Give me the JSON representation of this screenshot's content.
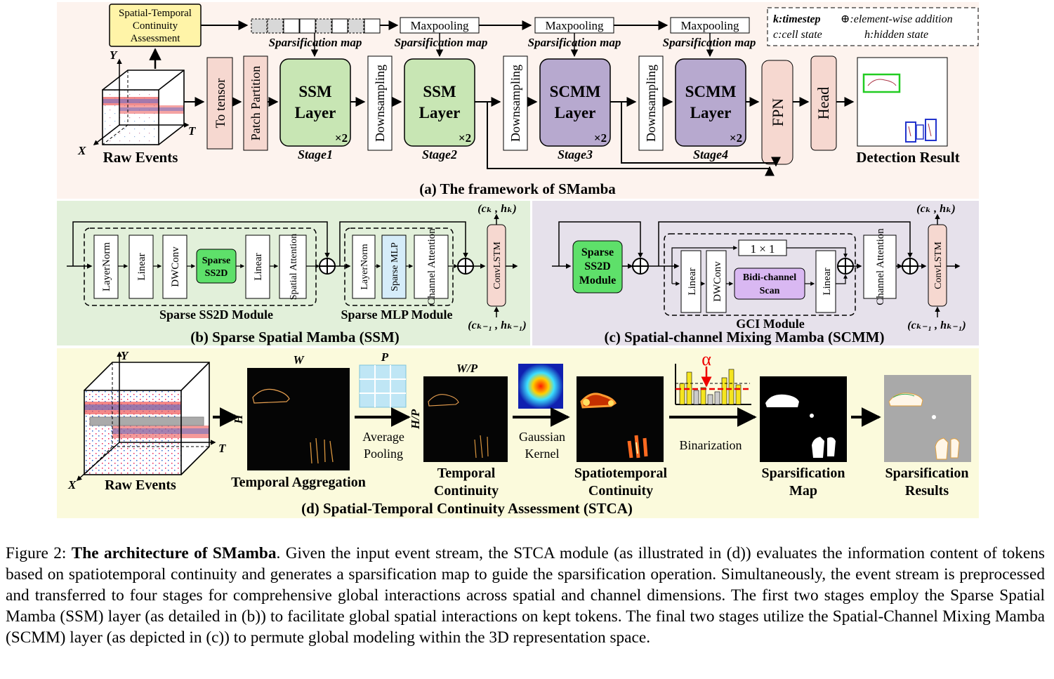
{
  "panel_a": {
    "title": "(a) The framework of SMamba",
    "stca_box": [
      "Spatial-Temporal",
      "Continuity",
      "Assessment"
    ],
    "legend": {
      "k": "k:timestep",
      "plus": "⊕:element-wise addition",
      "c": "c:cell state",
      "h": "h:hidden state"
    },
    "sparsification_map": "Sparsification map",
    "maxpooling": "Maxpooling",
    "raw_events": "Raw Events",
    "axis_x": "X",
    "axis_y": "Y",
    "axis_t": "T",
    "to_tensor": "To tensor",
    "patch_partition": "Patch Partition",
    "downsampling": "Downsampling",
    "ssm_layer": [
      "SSM",
      "Layer"
    ],
    "scmm_layer": [
      "SCMM",
      "Layer"
    ],
    "times2": "×2",
    "stages": [
      "Stage1",
      "Stage2",
      "Stage3",
      "Stage4"
    ],
    "fpn": "FPN",
    "head": "Head",
    "detection_result": "Detection Result"
  },
  "panel_b": {
    "title": "(b) Sparse Spatial Mamba (SSM)",
    "ss2d_blocks": [
      "LayerNorm",
      "Linear",
      "DWConv",
      "Linear",
      "Spatial Attention"
    ],
    "sparse_ss2d": [
      "Sparse",
      "SS2D"
    ],
    "ss2d_module": "Sparse SS2D Module",
    "mlp_blocks": [
      "LayerNorm",
      "Sparse MLP",
      "Channel Attention"
    ],
    "mlp_module": "Sparse MLP Module",
    "convlstm": "ConvLSTM",
    "state_top": "(cₖ , hₖ)",
    "state_bottom": "(cₖ₋₁ , hₖ₋₁)"
  },
  "panel_c": {
    "title": "(c) Spatial-channel Mixing Mamba (SCMM)",
    "sparse_ss2d_module": [
      "Sparse",
      "SS2D",
      "Module"
    ],
    "conv1x1": "1 × 1",
    "linear": "Linear",
    "dwconv": "DWConv",
    "bidi": [
      "Bidi-channel",
      "Scan"
    ],
    "channel_attention": "Channel Attention",
    "gci_module": "GCI Module",
    "convlstm": "ConvLSTM",
    "state_top": "(cₖ , hₖ)",
    "state_bottom": "(cₖ₋₁ , hₖ₋₁)"
  },
  "panel_d": {
    "title": "(d) Spatial-Temporal Continuity Assessment (STCA)",
    "raw_events": "Raw Events",
    "temporal_aggregation": "Temporal Aggregation",
    "w_label": "W",
    "h_label": "H",
    "p_label": "P",
    "wp_label": "W/P",
    "hp_label": "H/P",
    "average_pooling": [
      "Average",
      "Pooling"
    ],
    "temporal_continuity": [
      "Temporal",
      "Continuity"
    ],
    "gaussian_kernel": [
      "Gaussian",
      "Kernel"
    ],
    "spatiotemporal_continuity": [
      "Spatiotemporal",
      "Continuity"
    ],
    "alpha": "α",
    "binarization": "Binarization",
    "sparsification_map": [
      "Sparsification",
      "Map"
    ],
    "sparsification_results": [
      "Sparsification",
      "Results"
    ]
  },
  "caption": {
    "prefix": "Figure 2: ",
    "bold": "The architecture of SMamba",
    "body": ". Given the input event stream, the STCA module (as illustrated in (d)) evaluates the information content of tokens based on spatiotemporal continuity and generates a sparsification map to guide the sparsification operation. Simultaneously, the event stream is preprocessed and transferred to four stages for comprehensive global interactions across spatial and channel dimensions. The first two stages employ the Sparse Spatial Mamba (SSM) layer (as detailed in (b)) to facilitate global spatial interactions on kept tokens. The final two stages utilize the Spatial-Channel Mixing Mamba (SCMM) layer (as depicted in (c)) to permute global modeling within the 3D representation space."
  },
  "colors": {
    "panel_a_bg": "#fdf3ee",
    "panel_b_bg": "#e2f0da",
    "panel_c_bg": "#e6e1eb",
    "panel_d_bg": "#fbfadc",
    "stca_fill": "#fff4a8",
    "ssm_fill": "#c8e6b4",
    "scmm_fill": "#b7a9cf",
    "pink_block": "#f6d8d0",
    "sparse_green": "#5ee06a",
    "bidi_fill": "#d9b8f2"
  }
}
